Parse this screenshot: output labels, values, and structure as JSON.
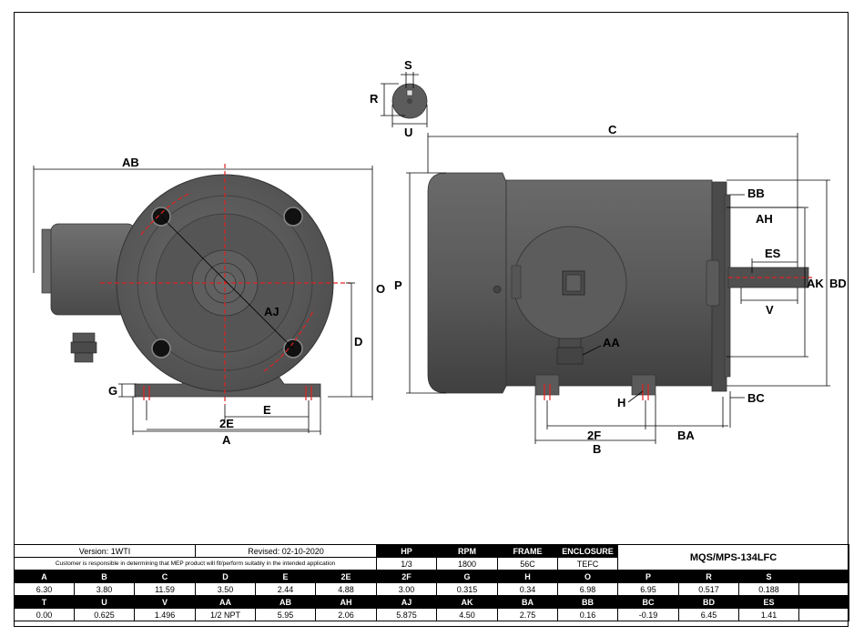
{
  "labels": {
    "S": "S",
    "R": "R",
    "U": "U",
    "C": "C",
    "AB": "AB",
    "BB": "BB",
    "AH": "AH",
    "ES": "ES",
    "AK": "AK",
    "BD": "BD",
    "V": "V",
    "O": "O",
    "P": "P",
    "AJ": "AJ",
    "D": "D",
    "AA": "AA",
    "G": "G",
    "E": "E",
    "2E": "2E",
    "A": "A",
    "H": "H",
    "BC": "BC",
    "2F": "2F",
    "BA": "BA",
    "B": "B"
  },
  "info": {
    "version": "Version: 1WTI",
    "revised": "Revised: 02-10-2020",
    "disclaimer": "Customer is responsible in determining that MEP product will fit/perform suitably in the intended application",
    "model": "MQS/MPS-134LFC"
  },
  "specs": {
    "headers": [
      "HP",
      "RPM",
      "FRAME",
      "ENCLOSURE"
    ],
    "values": [
      "1/3",
      "1800",
      "56C",
      "TEFC"
    ]
  },
  "dims": {
    "row1_headers": [
      "A",
      "B",
      "C",
      "D",
      "E",
      "2E",
      "2F",
      "G",
      "H",
      "O",
      "P",
      "R",
      "S"
    ],
    "row1_values": [
      "6.30",
      "3.80",
      "11.59",
      "3.50",
      "2.44",
      "4.88",
      "3.00",
      "0.315",
      "0.34",
      "6.98",
      "6.95",
      "0.517",
      "0.188"
    ],
    "row2_headers": [
      "T",
      "U",
      "V",
      "AA",
      "AB",
      "AH",
      "AJ",
      "AK",
      "BA",
      "BB",
      "BC",
      "BD",
      "ES"
    ],
    "row2_values": [
      "0.00",
      "0.625",
      "1.496",
      "1/2 NPT",
      "5.95",
      "2.06",
      "5.875",
      "4.50",
      "2.75",
      "0.16",
      "-0.19",
      "6.45",
      "1.41"
    ]
  },
  "colors": {
    "motor_body": "#585858",
    "motor_dark": "#3a3a3a",
    "centerline": "#e02020"
  }
}
